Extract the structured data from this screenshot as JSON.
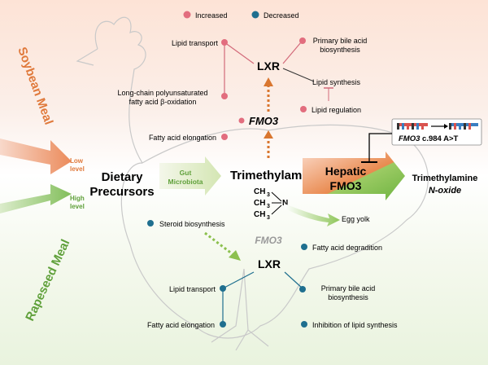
{
  "legend": {
    "increased": "Increased",
    "decreased": "Decreased",
    "inc_color": "#e26d7e",
    "dec_color": "#1f6f8f"
  },
  "feed": {
    "soybean": "Soybean Meal",
    "rapeseed": "Rapeseed Meal",
    "low": "Low",
    "low2": "level",
    "high": "High",
    "high2": "level"
  },
  "center": {
    "dietary1": "Dietary",
    "dietary2": "Precursors",
    "gut1": "Gut",
    "gut2": "Microbiota",
    "tma": "Trimethylamine",
    "ch3a": "CH",
    "ch3b": "CH",
    "ch3c": "CH",
    "sub3": "3",
    "n": "N",
    "hepatic1": "Hepatic",
    "hepatic2": "FMO3",
    "tmao1": "Trimethylamine",
    "tmao2": "N-oxide",
    "egg": "Egg yolk",
    "mutation_gene": "FMO3",
    "mutation_var": " c.984 A>T"
  },
  "top": {
    "lxr": "LXR",
    "fmo3": "FMO3",
    "lipid_transport": "Lipid transport",
    "bile1": "Primary bile acid",
    "bile2": "biosynthesis",
    "lcpufa1": "Long-chain polyunsaturated",
    "lcpufa2": "fatty acid β-oxidation",
    "lipid_synthesis": "Lipid synthesis",
    "lipid_regulation": "Lipid regulation",
    "fa_elong": "Fatty acid elongation"
  },
  "bottom": {
    "steroid": "Steroid  biosynthesis",
    "fmo3": "FMO3",
    "lxr": "LXR",
    "fa_degr": "Fatty acid degradition",
    "lipid_transport": "Lipid transport",
    "bile1": "Primary bile acid",
    "bile2": "biosynthesis",
    "fa_elong": "Fatty acid elongation",
    "inhibition": "Inhibition of lipid synthesis"
  }
}
